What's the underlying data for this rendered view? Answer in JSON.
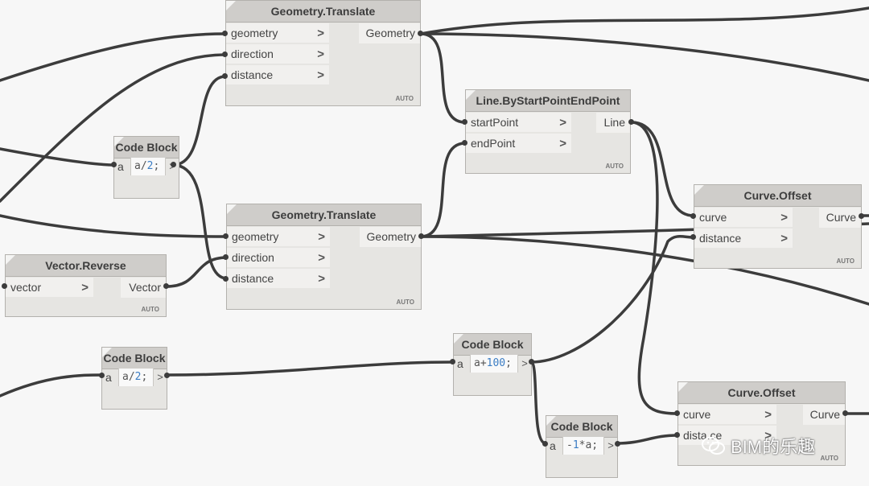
{
  "nodes": {
    "translate1": {
      "title": "Geometry.Translate",
      "inputs": [
        "geometry",
        "direction",
        "distance"
      ],
      "output": "Geometry",
      "lacing": "AUTO"
    },
    "translate2": {
      "title": "Geometry.Translate",
      "inputs": [
        "geometry",
        "direction",
        "distance"
      ],
      "output": "Geometry",
      "lacing": "AUTO"
    },
    "line": {
      "title": "Line.ByStartPointEndPoint",
      "inputs": [
        "startPoint",
        "endPoint"
      ],
      "output": "Line",
      "lacing": "AUTO"
    },
    "offset1": {
      "title": "Curve.Offset",
      "inputs": [
        "curve",
        "distance"
      ],
      "output": "Curve",
      "lacing": "AUTO"
    },
    "offset2": {
      "title": "Curve.Offset",
      "inputs": [
        "curve",
        "dista.ce"
      ],
      "output": "Curve",
      "lacing": "AUTO"
    },
    "reverse": {
      "title": "Vector.Reverse",
      "inputs": [
        "vector"
      ],
      "output": "Vector",
      "lacing": "AUTO"
    },
    "cb1": {
      "title": "Code Block",
      "var": "a",
      "code_pre": "a/",
      "code_num": "2",
      "code_post": ";",
      "out": ">"
    },
    "cb2": {
      "title": "Code Block",
      "var": "a",
      "code_pre": "a/",
      "code_num": "2",
      "code_post": ";",
      "out": ">"
    },
    "cb3": {
      "title": "Code Block",
      "var": "a",
      "code_pre": "a+",
      "code_num": "100",
      "code_post": ";",
      "out": ">"
    },
    "cb4": {
      "title": "Code Block",
      "var": "a",
      "code_pre": "-",
      "code_num": "1",
      "code_post": "*a;",
      "out": ">"
    }
  },
  "watermark": {
    "text": "BIM的乐趣",
    "icon": "wechat-icon"
  },
  "colors": {
    "canvas": "#f7f7f7",
    "wire": "#3c3c3c",
    "node_body": "#e6e5e2",
    "node_header": "#cfcdca",
    "number": "#3b7dc4"
  }
}
